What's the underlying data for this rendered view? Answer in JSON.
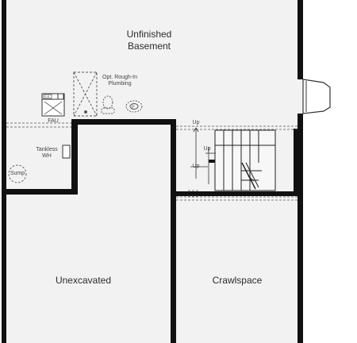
{
  "colors": {
    "background": "#f2f2f2",
    "wall": "#111111",
    "line": "#555555",
    "text": "#2b2b2b"
  },
  "rooms": {
    "basement": "Unfinished\nBasement",
    "unexcavated": "Unexcavated",
    "crawlspace": "Crawlspace"
  },
  "fixtures": {
    "plumbing": "Opt. Rough-In\nPlumbing",
    "fau": "FAU",
    "water_heater": "Tankless\nWH",
    "sump": "Sump",
    "stair_up_1": "Up",
    "stair_up_2": "Up",
    "stair_up_3": "Up",
    "fau_panel": "S  E",
    "fau_mark": "F"
  }
}
